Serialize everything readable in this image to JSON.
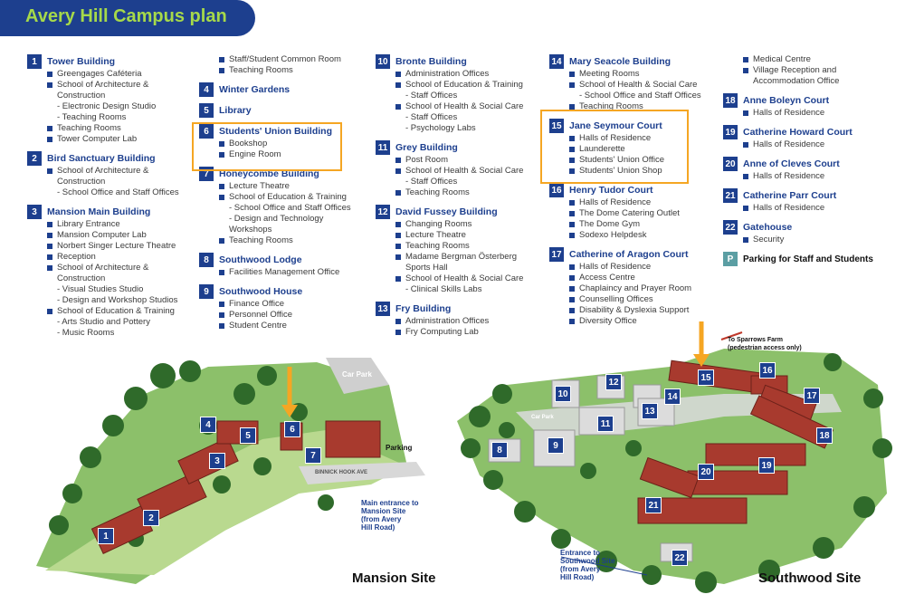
{
  "title": "Avery Hill Campus plan",
  "columns": [
    [
      {
        "num": "1",
        "name": "Tower Building",
        "items": [
          {
            "t": "Greengages Caféteria",
            "type": "bullet"
          },
          {
            "t": "School of Architecture &",
            "type": "bullet"
          },
          {
            "t": "Construction",
            "type": "cont"
          },
          {
            "t": "- Electronic Design Studio",
            "type": "sub"
          },
          {
            "t": "- Teaching Rooms",
            "type": "sub"
          },
          {
            "t": "Teaching Rooms",
            "type": "bullet"
          },
          {
            "t": "Tower Computer Lab",
            "type": "bullet"
          }
        ]
      },
      {
        "num": "2",
        "name": "Bird Sanctuary Building",
        "items": [
          {
            "t": "School of Architecture &",
            "type": "bullet"
          },
          {
            "t": "Construction",
            "type": "cont"
          },
          {
            "t": "- School Office and Staff Offices",
            "type": "sub"
          }
        ]
      },
      {
        "num": "3",
        "name": "Mansion Main Building",
        "items": [
          {
            "t": "Library Entrance",
            "type": "bullet"
          },
          {
            "t": "Mansion Computer Lab",
            "type": "bullet"
          },
          {
            "t": "Norbert Singer Lecture Theatre",
            "type": "bullet"
          },
          {
            "t": "Reception",
            "type": "bullet"
          },
          {
            "t": "School of Architecture &",
            "type": "bullet"
          },
          {
            "t": "Construction",
            "type": "cont"
          },
          {
            "t": "- Visual Studies Studio",
            "type": "sub"
          },
          {
            "t": "- Design and Workshop Studios",
            "type": "sub"
          },
          {
            "t": "School of Education & Training",
            "type": "bullet"
          },
          {
            "t": "- Arts Studio and Pottery",
            "type": "sub"
          },
          {
            "t": "- Music Rooms",
            "type": "sub"
          }
        ]
      }
    ],
    [
      {
        "num": "",
        "name": "",
        "items": [
          {
            "t": "Staff/Student Common Room",
            "type": "bullet"
          },
          {
            "t": "Teaching Rooms",
            "type": "bullet"
          }
        ]
      },
      {
        "num": "4",
        "name": "Winter Gardens",
        "items": []
      },
      {
        "num": "5",
        "name": "Library",
        "items": []
      },
      {
        "num": "6",
        "name": "Students' Union Building",
        "items": [
          {
            "t": "Bookshop",
            "type": "bullet"
          },
          {
            "t": "Engine Room",
            "type": "bullet"
          }
        ]
      },
      {
        "num": "7",
        "name": "Honeycombe Building",
        "items": [
          {
            "t": "Lecture Theatre",
            "type": "bullet"
          },
          {
            "t": "School of Education & Training",
            "type": "bullet"
          },
          {
            "t": "- School Office and Staff Offices",
            "type": "sub"
          },
          {
            "t": "- Design and Technology",
            "type": "sub"
          },
          {
            "t": "Workshops",
            "type": "cont"
          },
          {
            "t": "Teaching Rooms",
            "type": "bullet"
          }
        ]
      },
      {
        "num": "8",
        "name": "Southwood Lodge",
        "items": [
          {
            "t": "Facilities Management Office",
            "type": "bullet"
          }
        ]
      },
      {
        "num": "9",
        "name": "Southwood House",
        "items": [
          {
            "t": "Finance Office",
            "type": "bullet"
          },
          {
            "t": "Personnel Office",
            "type": "bullet"
          },
          {
            "t": "Student Centre",
            "type": "bullet"
          }
        ]
      }
    ],
    [
      {
        "num": "10",
        "name": "Bronte Building",
        "items": [
          {
            "t": "Administration Offices",
            "type": "bullet"
          },
          {
            "t": "School of Education & Training",
            "type": "bullet"
          },
          {
            "t": "- Staff Offices",
            "type": "sub"
          },
          {
            "t": "School of Health & Social Care",
            "type": "bullet"
          },
          {
            "t": "- Staff Offices",
            "type": "sub"
          },
          {
            "t": "- Psychology Labs",
            "type": "sub"
          }
        ]
      },
      {
        "num": "11",
        "name": "Grey Building",
        "items": [
          {
            "t": "Post Room",
            "type": "bullet"
          },
          {
            "t": "School of Health & Social Care",
            "type": "bullet"
          },
          {
            "t": "- Staff Offices",
            "type": "sub"
          },
          {
            "t": "Teaching Rooms",
            "type": "bullet"
          }
        ]
      },
      {
        "num": "12",
        "name": "David Fussey Building",
        "items": [
          {
            "t": "Changing Rooms",
            "type": "bullet"
          },
          {
            "t": "Lecture Theatre",
            "type": "bullet"
          },
          {
            "t": "Teaching Rooms",
            "type": "bullet"
          },
          {
            "t": "Madame Bergman Österberg",
            "type": "bullet"
          },
          {
            "t": "Sports Hall",
            "type": "cont"
          },
          {
            "t": "School of Health & Social Care",
            "type": "bullet"
          },
          {
            "t": "- Clinical Skills Labs",
            "type": "sub"
          }
        ]
      },
      {
        "num": "13",
        "name": "Fry Building",
        "items": [
          {
            "t": "Administration Offices",
            "type": "bullet"
          },
          {
            "t": "Fry Computing Lab",
            "type": "bullet"
          }
        ]
      }
    ],
    [
      {
        "num": "14",
        "name": "Mary Seacole Building",
        "items": [
          {
            "t": "Meeting Rooms",
            "type": "bullet"
          },
          {
            "t": "School of Health & Social Care",
            "type": "bullet"
          },
          {
            "t": "- School Office and Staff Offices",
            "type": "sub"
          },
          {
            "t": "Teaching Rooms",
            "type": "bullet"
          }
        ]
      },
      {
        "num": "15",
        "name": "Jane Seymour Court",
        "items": [
          {
            "t": "Halls of Residence",
            "type": "bullet"
          },
          {
            "t": "Launderette",
            "type": "bullet"
          },
          {
            "t": "Students' Union Office",
            "type": "bullet"
          },
          {
            "t": "Students' Union Shop",
            "type": "bullet"
          }
        ]
      },
      {
        "num": "16",
        "name": "Henry Tudor Court",
        "items": [
          {
            "t": "Halls of Residence",
            "type": "bullet"
          },
          {
            "t": "The Dome Catering Outlet",
            "type": "bullet"
          },
          {
            "t": "The Dome Gym",
            "type": "bullet"
          },
          {
            "t": "Sodexo Helpdesk",
            "type": "bullet"
          }
        ]
      },
      {
        "num": "17",
        "name": "Catherine of Aragon Court",
        "items": [
          {
            "t": "Halls of Residence",
            "type": "bullet"
          },
          {
            "t": "Access Centre",
            "type": "bullet"
          },
          {
            "t": "Chaplaincy and Prayer Room",
            "type": "bullet"
          },
          {
            "t": "Counselling Offices",
            "type": "bullet"
          },
          {
            "t": "Disability & Dyslexia Support",
            "type": "bullet"
          },
          {
            "t": "Diversity Office",
            "type": "bullet"
          }
        ]
      }
    ],
    [
      {
        "num": "",
        "name": "",
        "items": [
          {
            "t": "Medical Centre",
            "type": "bullet"
          },
          {
            "t": "Village Reception and",
            "type": "bullet"
          },
          {
            "t": "Accommodation Office",
            "type": "cont"
          }
        ]
      },
      {
        "num": "18",
        "name": "Anne Boleyn Court",
        "items": [
          {
            "t": "Halls of Residence",
            "type": "bullet"
          }
        ]
      },
      {
        "num": "19",
        "name": "Catherine Howard Court",
        "items": [
          {
            "t": "Halls of Residence",
            "type": "bullet"
          }
        ]
      },
      {
        "num": "20",
        "name": "Anne of Cleves Court",
        "items": [
          {
            "t": "Halls of Residence",
            "type": "bullet"
          }
        ]
      },
      {
        "num": "21",
        "name": "Catherine Parr Court",
        "items": [
          {
            "t": "Halls of Residence",
            "type": "bullet"
          }
        ]
      },
      {
        "num": "22",
        "name": "Gatehouse",
        "items": [
          {
            "t": "Security",
            "type": "bullet"
          }
        ]
      },
      {
        "num": "P",
        "name": "Parking for Staff and Students",
        "items": [],
        "parking": true
      }
    ]
  ],
  "maps": {
    "mansion": {
      "label": "Mansion Site",
      "numbers": [
        "1",
        "2",
        "3",
        "4",
        "5",
        "6",
        "7"
      ],
      "road": "BINNICK HOOK AVE",
      "parking": "Parking",
      "carpark": "Car Park",
      "entrance": [
        "Main entrance to",
        "Mansion Site",
        "(from Avery",
        "Hill Road)"
      ]
    },
    "southwood": {
      "label": "Southwood Site",
      "numbers": [
        "8",
        "9",
        "10",
        "11",
        "12",
        "13",
        "14",
        "15",
        "16",
        "17",
        "18",
        "19",
        "20",
        "21",
        "22"
      ],
      "carpark": "Car Park",
      "sparrows": [
        "To Sparrows Farm",
        "(pedestrian access only)"
      ],
      "entrance": [
        "Entrance to",
        "Southwood Site",
        "(from Avery",
        "Hill Road)"
      ]
    }
  },
  "colors": {
    "navy": "#1d3f8e",
    "green": "#a6d94a",
    "orange": "#f5a623",
    "building": "#a83a2e",
    "grass": "#8cc06a",
    "tree": "#2f6a2a"
  }
}
